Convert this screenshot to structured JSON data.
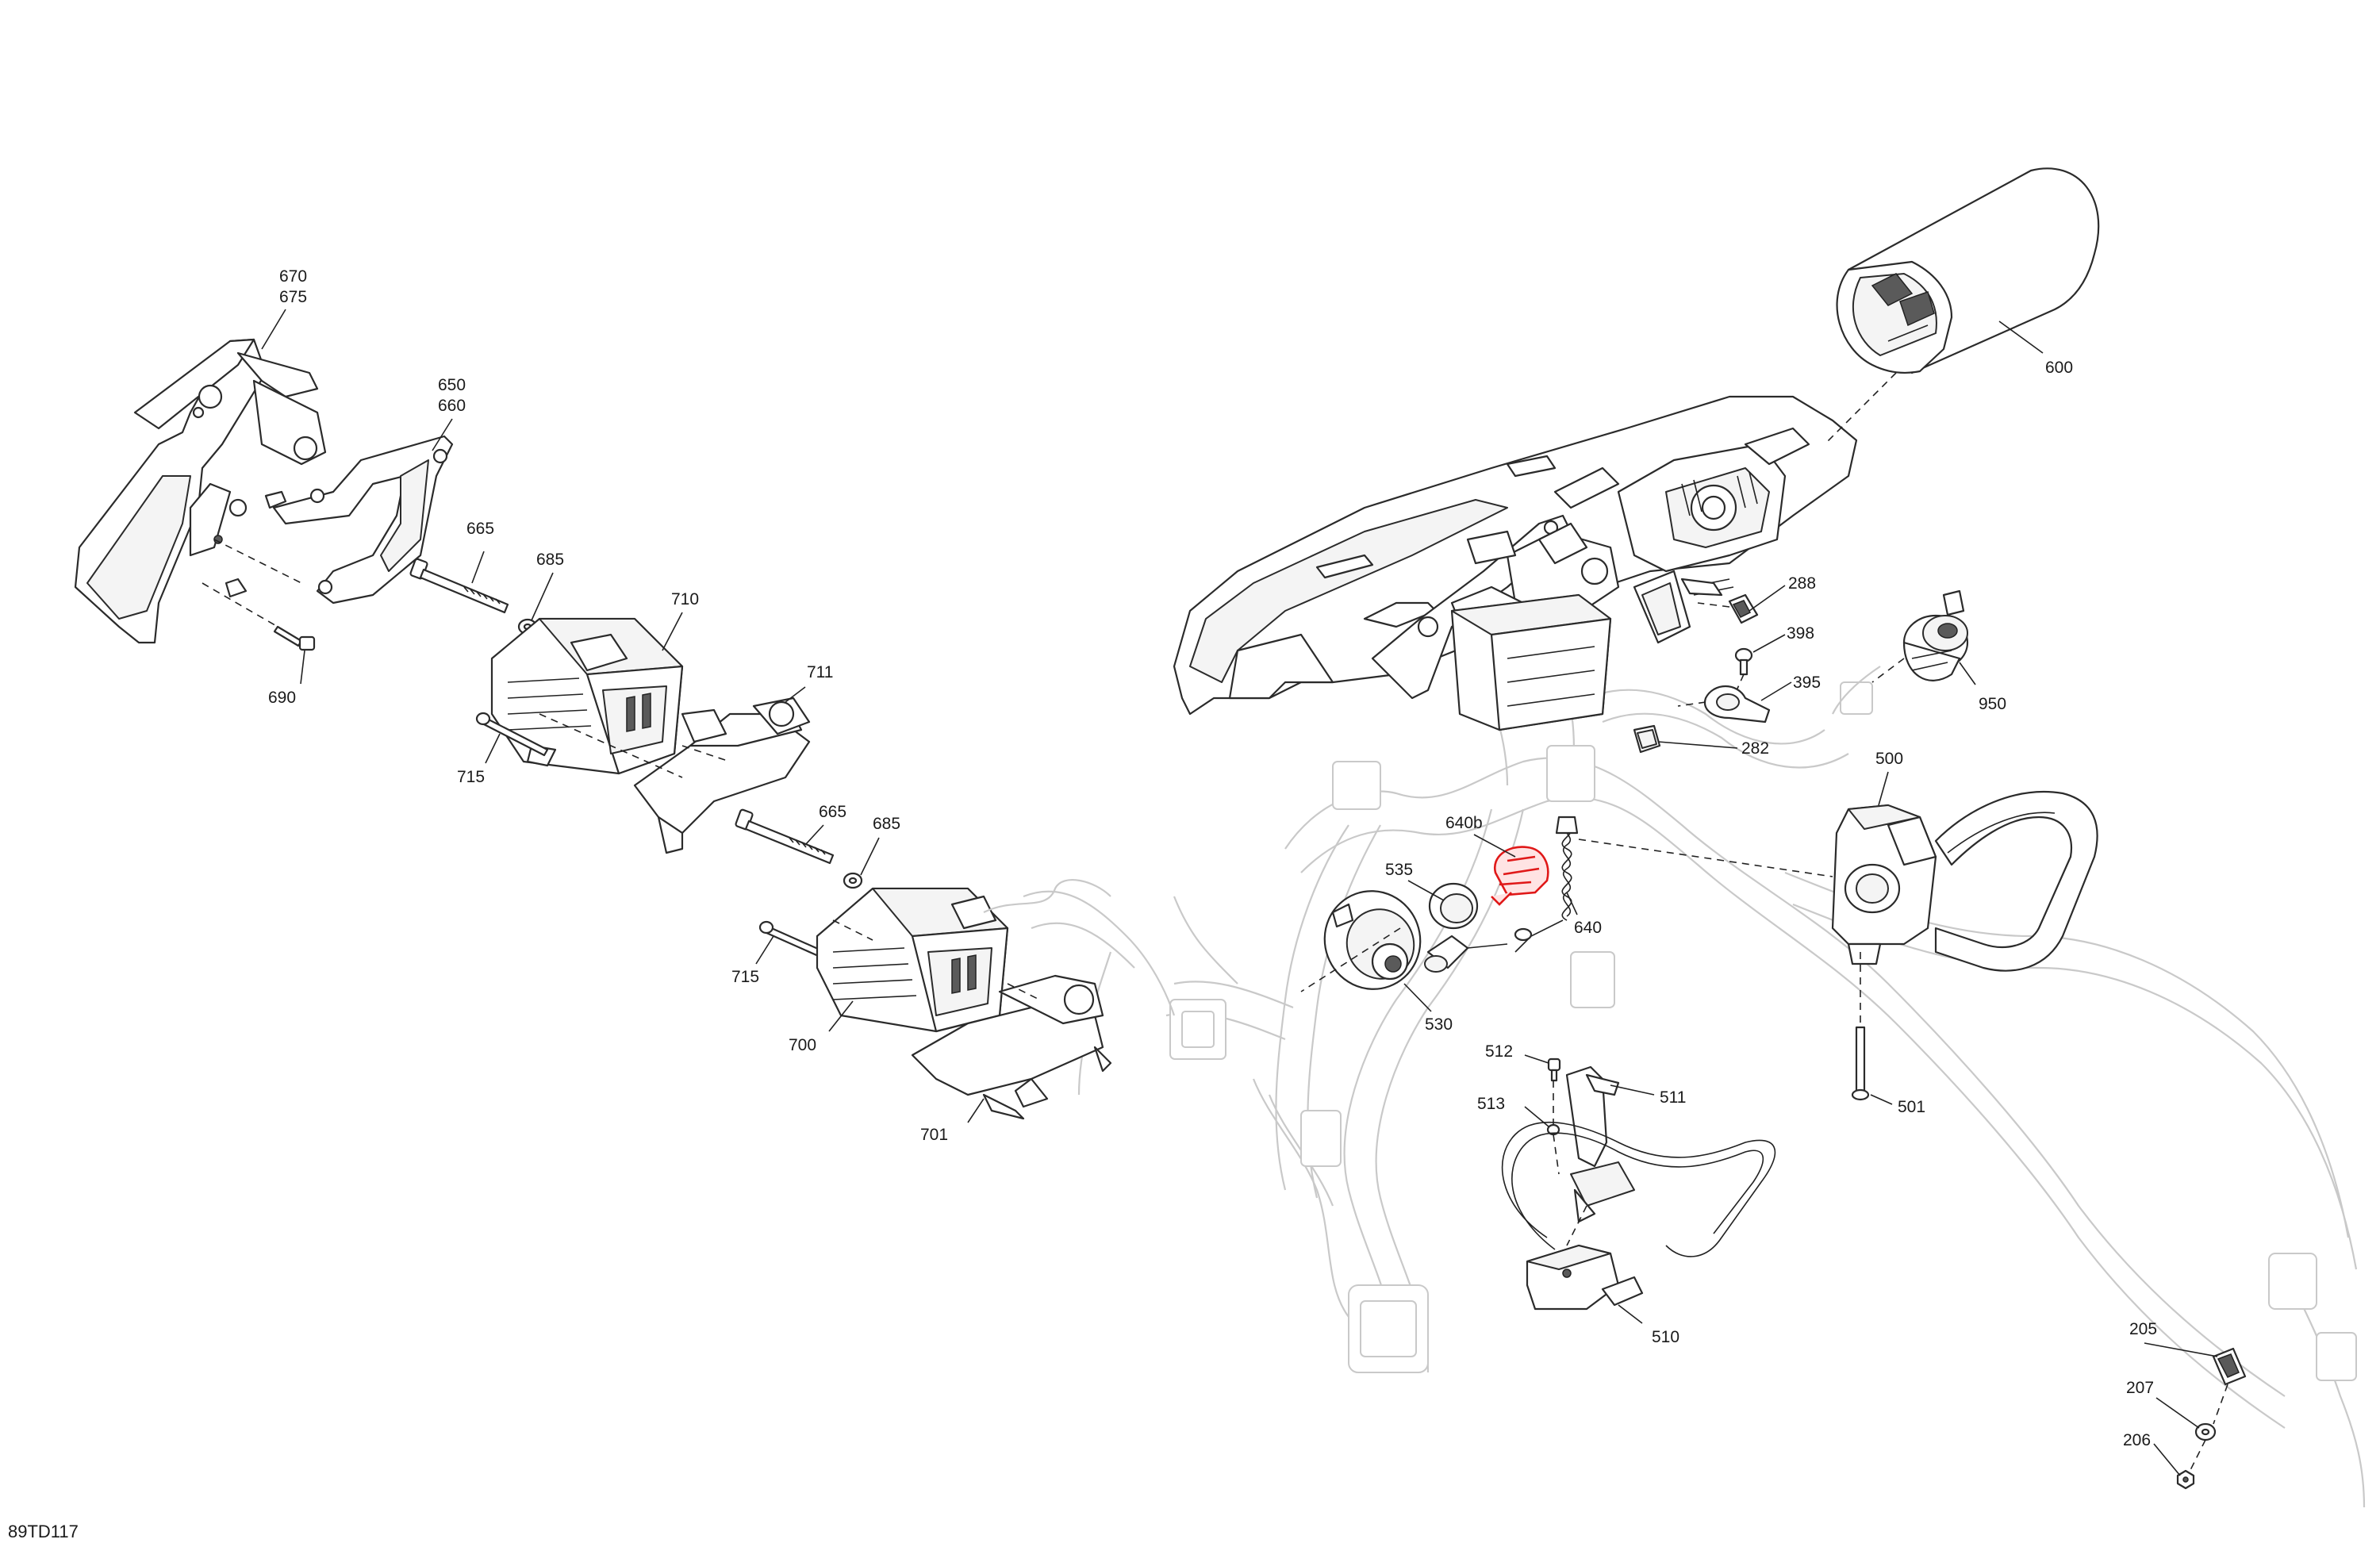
{
  "diagram": {
    "reference_code": "89TD117",
    "highlight_color": "#e01818",
    "labels": {
      "l670": "670",
      "l675": "675",
      "l650": "650",
      "l660": "660",
      "l665a": "665",
      "l685a": "685",
      "l690": "690",
      "l710": "710",
      "l711": "711",
      "l715a": "715",
      "l665b": "665",
      "l685b": "685",
      "l715b": "715",
      "l700": "700",
      "l701": "701",
      "l600": "600",
      "l288": "288",
      "l398": "398",
      "l395": "395",
      "l282": "282",
      "l950": "950",
      "l500": "500",
      "l640b": "640b",
      "l535": "535",
      "l640": "640",
      "l530": "530",
      "l512": "512",
      "l511": "511",
      "l513": "513",
      "l501": "501",
      "l510": "510",
      "l205": "205",
      "l207": "207",
      "l206": "206"
    }
  }
}
